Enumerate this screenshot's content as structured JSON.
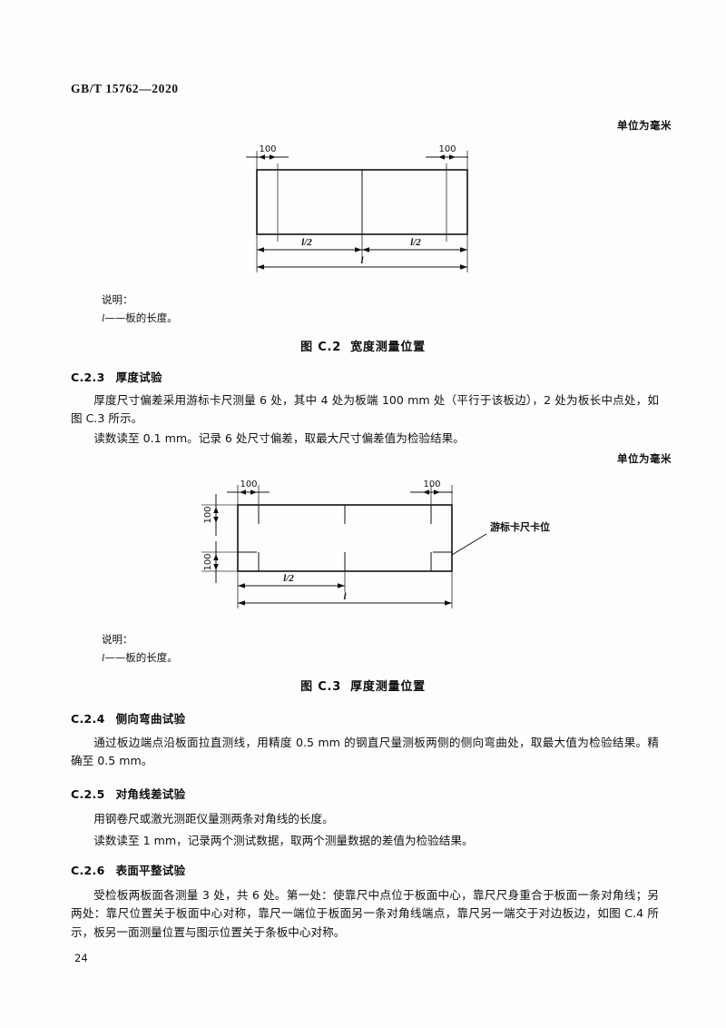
{
  "document": {
    "standard_header": "GB/T 15762—2020",
    "page_number": "24"
  },
  "figures": [
    {
      "id": "figure-c2",
      "unit_note": "单位为毫米",
      "caption_number": "图 C.2",
      "caption_title": "宽度测量位置",
      "key_heading": "说明：",
      "key_symbol": "l",
      "key_text": "——板的长度。",
      "labels": {
        "end_left": "100",
        "end_right": "100",
        "half_left": "l/2",
        "half_right": "l/2",
        "total": "l"
      }
    },
    {
      "id": "figure-c3",
      "unit_note": "单位为毫米",
      "caption_number": "图 C.3",
      "caption_title": "厚度测量位置",
      "key_heading": "说明：",
      "key_symbol": "l",
      "key_text": "——板的长度。",
      "callout": "游标卡尺卡位",
      "labels": {
        "end_left": "100",
        "end_right": "100",
        "side_top": "100",
        "side_bottom": "100",
        "half_left": "l/2",
        "total": "l"
      }
    }
  ],
  "clauses": [
    {
      "number": "C.2.3",
      "title": "厚度试验",
      "paragraphs": [
        "厚度尺寸偏差采用游标卡尺测量 6 处，其中 4 处为板端 100 mm 处（平行于该板边），2 处为板长中点处，如图 C.3 所示。",
        "读数读至 0.1 mm。记录 6 处尺寸偏差，取最大尺寸偏差值为检验结果。"
      ]
    },
    {
      "number": "C.2.4",
      "title": "侧向弯曲试验",
      "paragraphs": [
        "通过板边端点沿板面拉直测线，用精度 0.5 mm 的钢直尺量测板两侧的侧向弯曲处，取最大值为检验结果。精确至 0.5 mm。"
      ]
    },
    {
      "number": "C.2.5",
      "title": "对角线差试验",
      "paragraphs": [
        "用钢卷尺或激光测距仪量测两条对角线的长度。",
        "读数读至 1 mm，记录两个测试数据，取两个测量数据的差值为检验结果。"
      ]
    },
    {
      "number": "C.2.6",
      "title": "表面平整试验",
      "paragraphs": [
        "受检板两板面各测量 3 处，共 6 处。第一处：使靠尺中点位于板面中心，靠尺尺身重合于板面一条对角线；另两处：靠尺位置关于板面中心对称，靠尺一端位于板面另一条对角线端点，靠尺另一端交于对边板边，如图 C.4 所示，板另一面测量位置与图示位置关于条板中心对称。"
      ]
    }
  ]
}
